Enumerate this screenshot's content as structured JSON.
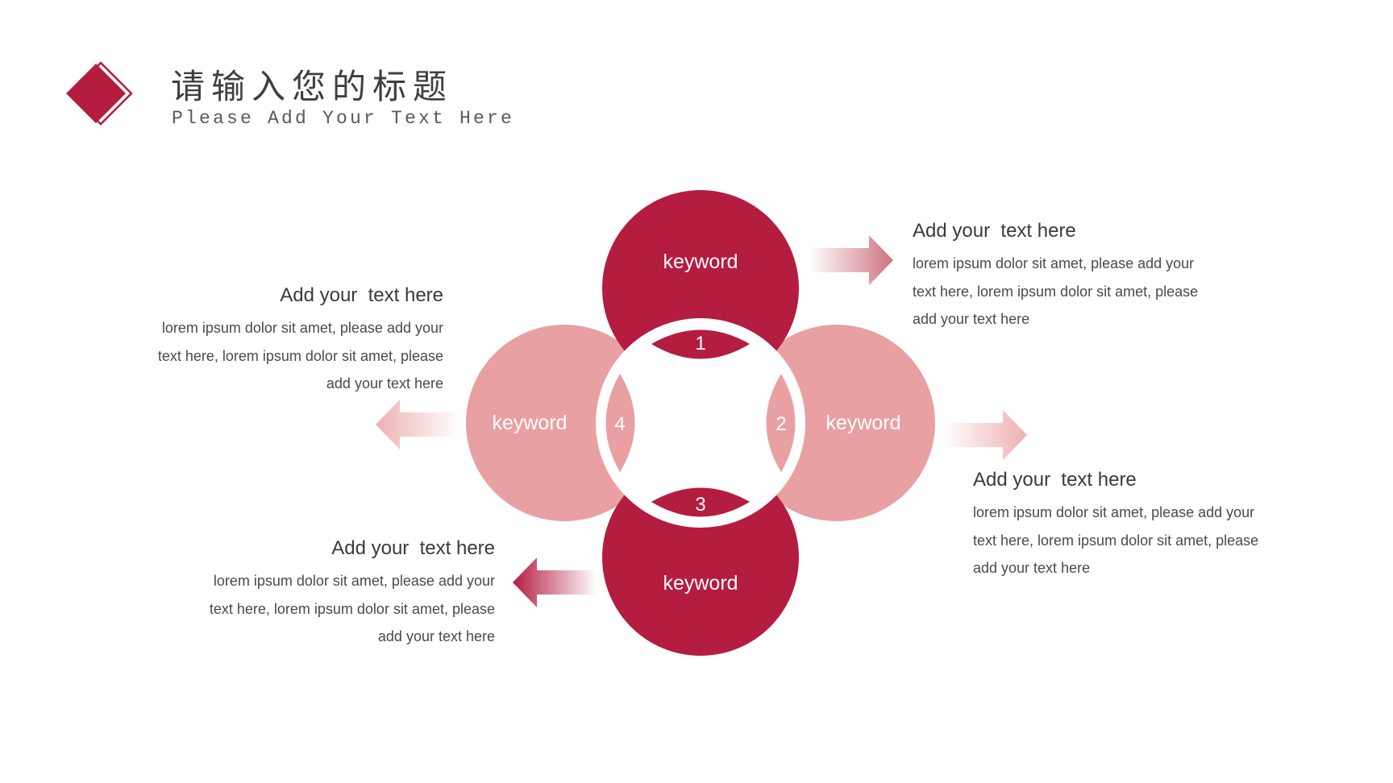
{
  "header": {
    "title_cn": "请输入您的标题",
    "title_en": "Please Add Your Text Here",
    "logo_icon": "diamond-logo-icon"
  },
  "colors": {
    "primary": "#b41c40",
    "secondary": "#e8a0a3",
    "text": "#404040"
  },
  "diagram": {
    "petals": [
      {
        "keyword": "keyword",
        "number": "1"
      },
      {
        "keyword": "keyword",
        "number": "2"
      },
      {
        "keyword": "keyword",
        "number": "3"
      },
      {
        "keyword": "keyword",
        "number": "4"
      }
    ]
  },
  "blocks": [
    {
      "heading": "Add your  text here",
      "body": "lorem ipsum dolor sit amet, please add your text here, lorem ipsum dolor sit amet, please add your text here"
    },
    {
      "heading": "Add your  text here",
      "body": "lorem ipsum dolor sit amet, please add your text here, lorem ipsum dolor sit amet, please add your text here"
    },
    {
      "heading": "Add your  text here",
      "body": "lorem ipsum dolor sit amet, please add your text here, lorem ipsum dolor sit amet, please add your text here"
    },
    {
      "heading": "Add your  text here",
      "body": "lorem ipsum dolor sit amet, please add your text here, lorem ipsum dolor sit amet, please add your text here"
    }
  ]
}
